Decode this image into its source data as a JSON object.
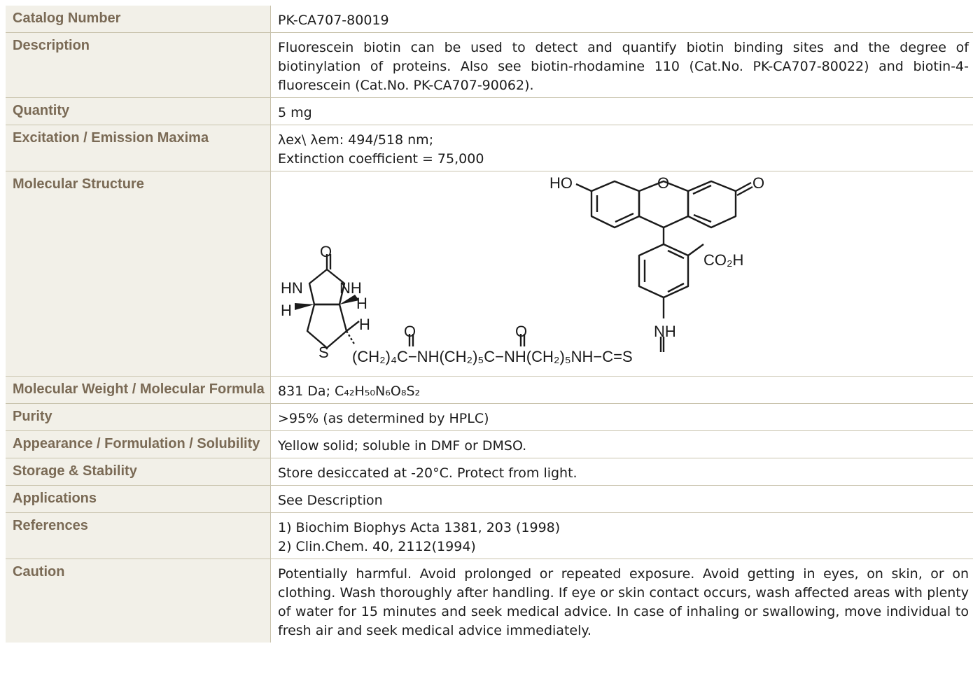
{
  "rows": [
    {
      "label": "Catalog Number",
      "lines": [
        "PK-CA707-80019"
      ]
    },
    {
      "label": "Description",
      "lines": [
        "Fluorescein biotin can be used to detect and quantify biotin binding sites and the degree of biotinylation of proteins. Also see biotin-rhodamine 110 (Cat.No. PK-CA707-80022) and biotin-4-fluorescein (Cat.No. PK-CA707-90062)."
      ]
    },
    {
      "label": "Quantity",
      "lines": [
        "5 mg"
      ]
    },
    {
      "label": "Excitation / Emission Maxima",
      "lines": [
        "λex\\ λem: 494/518 nm;",
        "Extinction coefficient = 75,000"
      ]
    },
    {
      "label": "Molecular Structure",
      "lines": []
    },
    {
      "label": "Molecular Weight / Molecular Formula",
      "lines": [
        "831 Da; C₄₂H₅₀N₆O₈S₂"
      ]
    },
    {
      "label": "Purity",
      "lines": [
        ">95% (as determined by HPLC)"
      ]
    },
    {
      "label": "Appearance / Formulation / Solubility",
      "lines": [
        "Yellow solid; soluble in DMF or DMSO."
      ]
    },
    {
      "label": "Storage & Stability",
      "lines": [
        "Store desiccated at -20°C. Protect from light."
      ]
    },
    {
      "label": "Applications",
      "lines": [
        "See Description"
      ]
    },
    {
      "label": "References",
      "lines": [
        "1) Biochim Biophys Acta 1381, 203 (1998)",
        "2) Clin.Chem. 40, 2112(1994)"
      ]
    },
    {
      "label": "Caution",
      "lines": [
        "Potentially harmful. Avoid prolonged or repeated exposure. Avoid getting in eyes, on skin, or on clothing. Wash thoroughly after handling. If eye or skin contact occurs, wash affected areas with plenty of water for 15 minutes and seek medical advice. In case of inhaling or swallowing, move individual to fresh air and seek medical advice immediately."
      ]
    }
  ],
  "structure": {
    "labels": {
      "ho": "HO",
      "o_ring": "O",
      "o_keto": "O",
      "co2h": "CO₂H",
      "urea_o": "O",
      "hn": "HN",
      "nh": "NH",
      "h1": "H",
      "h2": "H",
      "h3": "H",
      "s": "S",
      "amide_o1": "O",
      "amide_o2": "O",
      "nh_thio": "NH",
      "chain": "(CH₂)₄C−NH(CH₂)₅C−NH(CH₂)₅NH−C=S"
    }
  },
  "colors": {
    "label_bg": "#f2f0e8",
    "label_text": "#7a6a55",
    "border": "#c9c3ad"
  }
}
